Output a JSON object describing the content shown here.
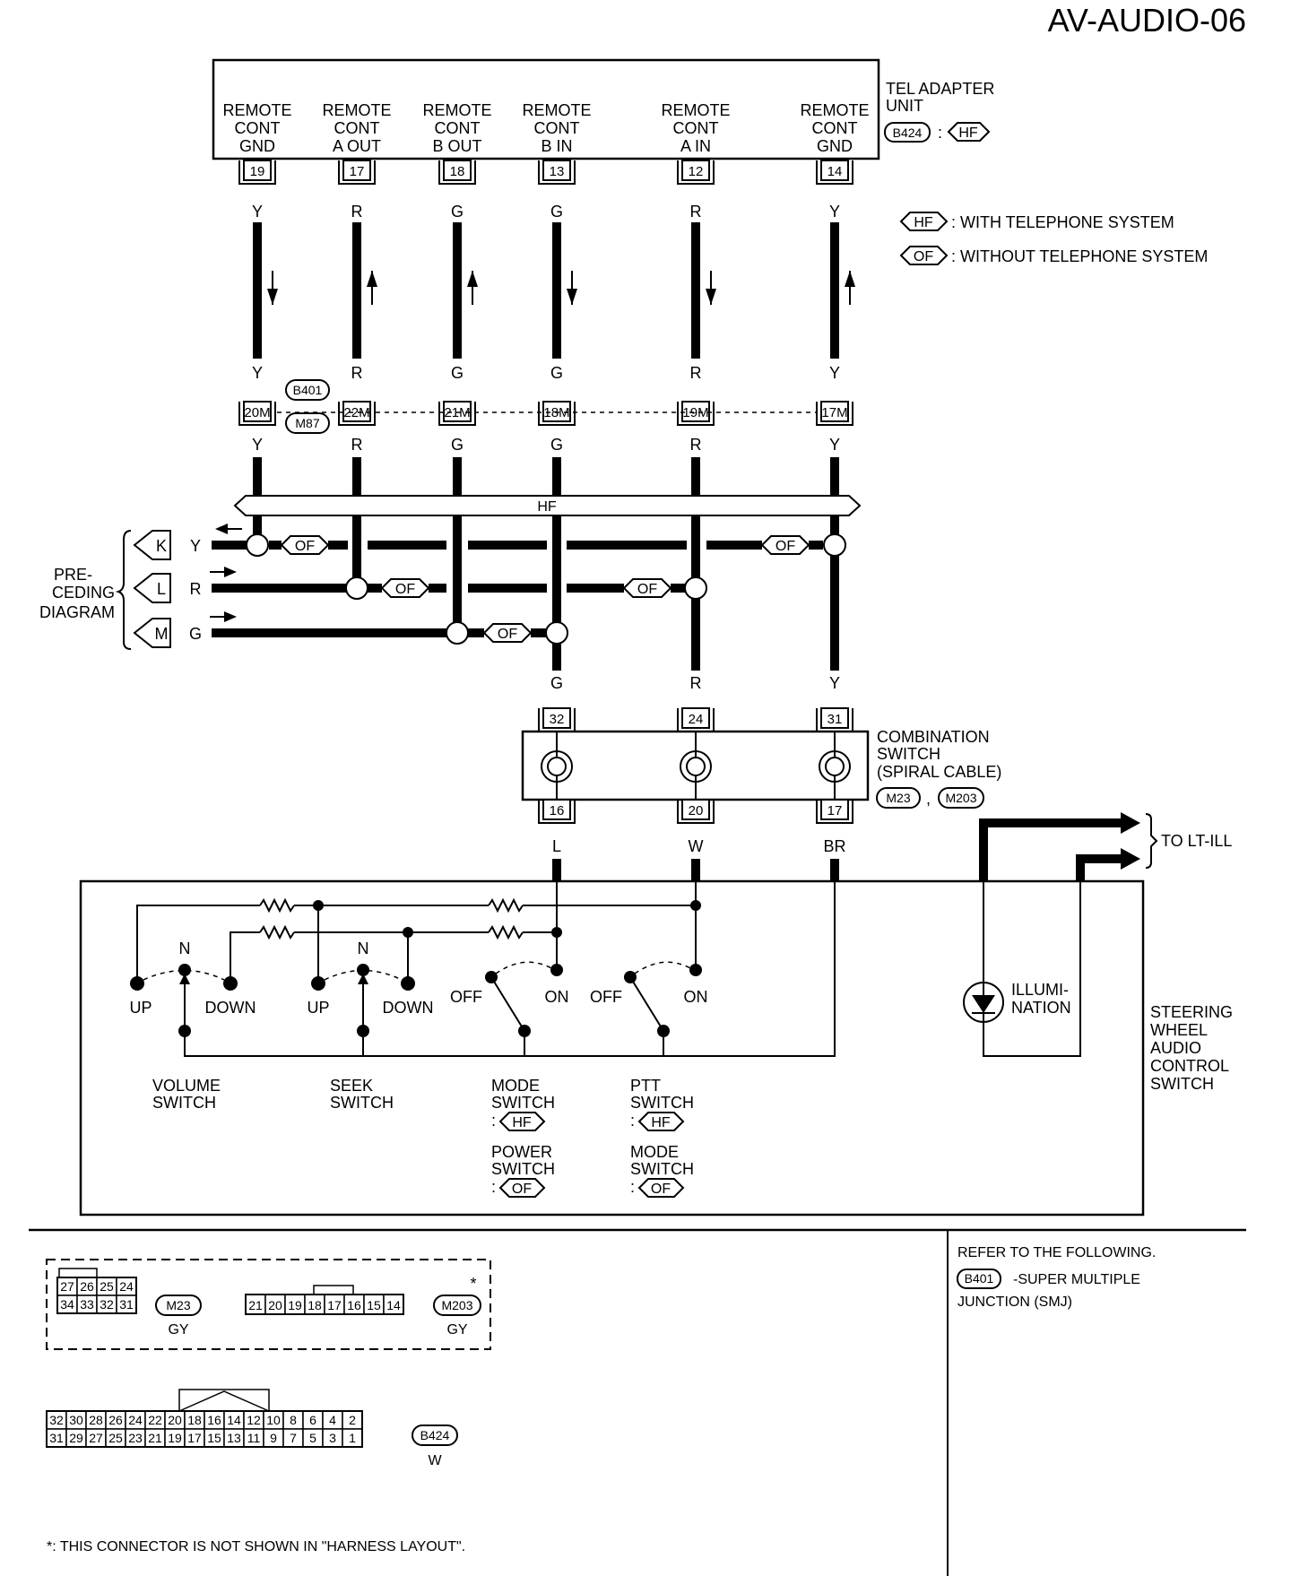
{
  "page_title": "AV-AUDIO-06",
  "tel_adapter": {
    "title_line1": "TEL ADAPTER",
    "title_line2": "UNIT",
    "connector": "B424",
    "variant": "HF",
    "terminals": [
      {
        "l1": "REMOTE",
        "l2": "CONT",
        "l3": "GND",
        "pin": "19",
        "color": "Y",
        "conn_pin": "20M",
        "dir": "down"
      },
      {
        "l1": "REMOTE",
        "l2": "CONT",
        "l3": "A OUT",
        "pin": "17",
        "color": "R",
        "conn_pin": "22M",
        "dir": "up"
      },
      {
        "l1": "REMOTE",
        "l2": "CONT",
        "l3": "B OUT",
        "pin": "18",
        "color": "G",
        "conn_pin": "21M",
        "dir": "up"
      },
      {
        "l1": "REMOTE",
        "l2": "CONT",
        "l3": "B IN",
        "pin": "13",
        "color": "G",
        "conn_pin": "18M",
        "dir": "down"
      },
      {
        "l1": "REMOTE",
        "l2": "CONT",
        "l3": "A IN",
        "pin": "12",
        "color": "R",
        "conn_pin": "19M",
        "dir": "down"
      },
      {
        "l1": "REMOTE",
        "l2": "CONT",
        "l3": "GND",
        "pin": "14",
        "color": "Y",
        "conn_pin": "17M",
        "dir": "up"
      }
    ]
  },
  "legend": {
    "hf_code": "HF",
    "hf_text": ": WITH TELEPHONE SYSTEM",
    "of_code": "OF",
    "of_text": ": WITHOUT TELEPHONE SYSTEM"
  },
  "joint": {
    "upper": "B401",
    "lower": "M87"
  },
  "hf_bar": "HF",
  "of_tag": "OF",
  "preceding": {
    "line1": "PRE-",
    "line2": "CEDING",
    "line3": "DIAGRAM",
    "arrows": [
      {
        "letter": "K",
        "color": "Y"
      },
      {
        "letter": "L",
        "color": "R"
      },
      {
        "letter": "M",
        "color": "G"
      }
    ]
  },
  "combination_switch": {
    "line1": "COMBINATION",
    "line2": "SWITCH",
    "line3": "(SPIRAL CABLE)",
    "conn_a": "M23",
    "sep": ",",
    "conn_b": "M203",
    "columns": [
      {
        "in_color": "G",
        "top_pin": "32",
        "bottom_pin": "16",
        "out_color": "L"
      },
      {
        "in_color": "R",
        "top_pin": "24",
        "bottom_pin": "20",
        "out_color": "W"
      },
      {
        "in_color": "Y",
        "top_pin": "31",
        "bottom_pin": "17",
        "out_color": "BR"
      }
    ]
  },
  "to_lt_ill": "TO LT-ILL",
  "steering_switch": {
    "line1": "STEERING",
    "line2": "WHEEL",
    "line3": "AUDIO",
    "line4": "CONTROL",
    "line5": "SWITCH",
    "illum1": "ILLUMI-",
    "illum2": "NATION",
    "n": "N",
    "up": "UP",
    "down": "DOWN",
    "off": "OFF",
    "on": "ON",
    "volume1": "VOLUME",
    "volume2": "SWITCH",
    "seek1": "SEEK",
    "seek2": "SWITCH",
    "mode1": "MODE",
    "mode2": "SWITCH",
    "power1": "POWER",
    "power2": "SWITCH",
    "ptt1": "PTT",
    "ptt2": "SWITCH",
    "modeb1": "MODE",
    "modeb2": "SWITCH",
    "colon": ":"
  },
  "connectors": {
    "m23": {
      "name": "M23",
      "color": "GY",
      "row1": [
        "27",
        "26",
        "25",
        "24"
      ],
      "row2": [
        "34",
        "33",
        "32",
        "31"
      ]
    },
    "m203": {
      "name": "M203",
      "color": "GY",
      "star": "*",
      "row1": [
        "21",
        "20",
        "19",
        "18",
        "17",
        "16",
        "15",
        "14"
      ]
    },
    "b424": {
      "name": "B424",
      "color": "W",
      "row1": [
        "32",
        "30",
        "28",
        "26",
        "24",
        "22",
        "20",
        "18",
        "16",
        "14",
        "12",
        "10",
        "8",
        "6",
        "4",
        "2"
      ],
      "row2": [
        "31",
        "29",
        "27",
        "25",
        "23",
        "21",
        "19",
        "17",
        "15",
        "13",
        "11",
        "9",
        "7",
        "5",
        "3",
        "1"
      ]
    }
  },
  "refer": {
    "line1": "REFER TO THE FOLLOWING.",
    "conn": "B401",
    "text": "-SUPER MULTIPLE",
    "text2": "JUNCTION (SMJ)"
  },
  "footnote": "*: THIS CONNECTOR IS NOT SHOWN IN \"HARNESS LAYOUT\"."
}
